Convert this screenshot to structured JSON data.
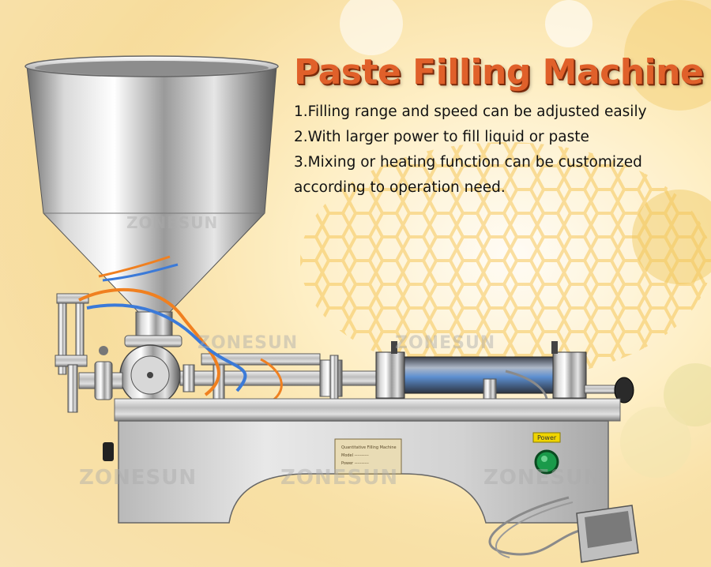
{
  "title": "Paste Filling Machine",
  "features": [
    "1.Filling range and speed can be adjusted easily",
    "2.With larger power to fill liquid or paste",
    "3.Mixing or heating function can be customized",
    "according to operation need."
  ],
  "watermark": "ZONESUN",
  "power_label": "Power",
  "colors": {
    "title": "#e0602a",
    "title_shadow": "#7a2a0a",
    "text": "#111111",
    "background_honey": "#f7d98a",
    "steel": "#c8c8c8",
    "button_green": "#1a9a4a",
    "tube_orange": "#f08020",
    "tube_blue": "#3b7ad8"
  }
}
